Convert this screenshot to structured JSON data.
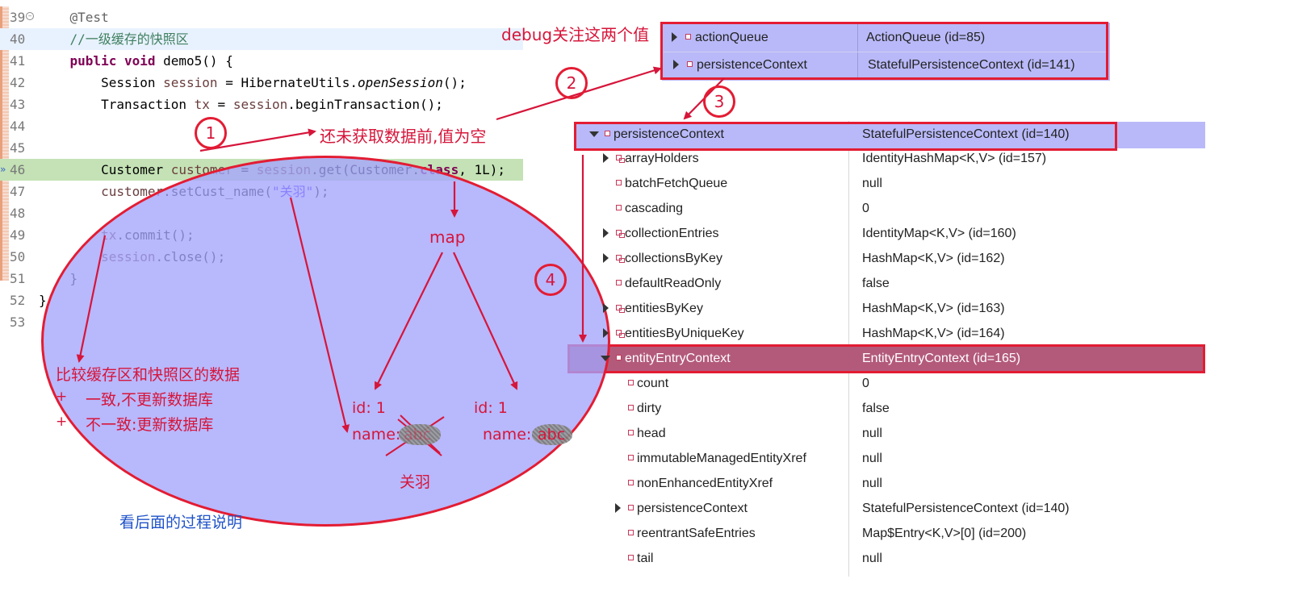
{
  "editor": {
    "lines": [
      {
        "num": "39",
        "parts": [
          {
            "t": "    @Test",
            "c": "ann"
          }
        ]
      },
      {
        "num": "40",
        "parts": [
          {
            "t": "    //一级缓存的快照区",
            "c": "cmt"
          }
        ]
      },
      {
        "num": "41",
        "parts": [
          {
            "t": "    ",
            "c": ""
          },
          {
            "t": "public",
            "c": "kw"
          },
          {
            "t": " ",
            "c": ""
          },
          {
            "t": "void",
            "c": "kw"
          },
          {
            "t": " demo5() {",
            "c": ""
          }
        ]
      },
      {
        "num": "42",
        "parts": [
          {
            "t": "        Session ",
            "c": ""
          },
          {
            "t": "session",
            "c": "fld"
          },
          {
            "t": " = HibernateUtils.",
            "c": ""
          },
          {
            "t": "openSession",
            "c": "mth"
          },
          {
            "t": "();",
            "c": ""
          }
        ]
      },
      {
        "num": "43",
        "parts": [
          {
            "t": "        Transaction ",
            "c": ""
          },
          {
            "t": "tx",
            "c": "fld"
          },
          {
            "t": " = ",
            "c": ""
          },
          {
            "t": "session",
            "c": "fld"
          },
          {
            "t": ".beginTransaction();",
            "c": ""
          }
        ]
      },
      {
        "num": "44",
        "parts": []
      },
      {
        "num": "45",
        "parts": []
      },
      {
        "num": "46",
        "parts": [
          {
            "t": "        Customer ",
            "c": ""
          },
          {
            "t": "customer",
            "c": "fld"
          },
          {
            "t": " = ",
            "c": ""
          },
          {
            "t": "session",
            "c": "fld"
          },
          {
            "t": ".get(Customer.",
            "c": ""
          },
          {
            "t": "class",
            "c": "kw"
          },
          {
            "t": ", 1L);",
            "c": ""
          }
        ]
      },
      {
        "num": "47",
        "parts": [
          {
            "t": "        ",
            "c": ""
          },
          {
            "t": "customer",
            "c": "fld"
          },
          {
            "t": ".setCust_name(",
            "c": ""
          },
          {
            "t": "\"关羽\"",
            "c": "str"
          },
          {
            "t": ");",
            "c": ""
          }
        ]
      },
      {
        "num": "48",
        "parts": []
      },
      {
        "num": "49",
        "parts": [
          {
            "t": "        ",
            "c": ""
          },
          {
            "t": "tx",
            "c": "fld"
          },
          {
            "t": ".commit();",
            "c": ""
          }
        ]
      },
      {
        "num": "50",
        "parts": [
          {
            "t": "        ",
            "c": ""
          },
          {
            "t": "session",
            "c": "fld"
          },
          {
            "t": ".close();",
            "c": ""
          }
        ]
      },
      {
        "num": "51",
        "parts": [
          {
            "t": "    }",
            "c": ""
          }
        ]
      },
      {
        "num": "52",
        "parts": [
          {
            "t": "}",
            "c": ""
          }
        ]
      },
      {
        "num": "53",
        "parts": []
      }
    ]
  },
  "watch": [
    {
      "name": "actionQueue",
      "value": "ActionQueue  (id=85)"
    },
    {
      "name": "persistenceContext",
      "value": "StatefulPersistenceContext  (id=141)"
    }
  ],
  "variables": [
    {
      "name": "persistenceContext",
      "value": "StatefulPersistenceContext  (id=140)",
      "depth": 0,
      "twisty": "open",
      "icon": "field"
    },
    {
      "name": "arrayHolders",
      "value": "IdentityHashMap<K,V>  (id=157)",
      "depth": 1,
      "twisty": "closed",
      "icon": "obj"
    },
    {
      "name": "batchFetchQueue",
      "value": "null",
      "depth": 1,
      "twisty": "",
      "icon": "field"
    },
    {
      "name": "cascading",
      "value": "0",
      "depth": 1,
      "twisty": "",
      "icon": "field"
    },
    {
      "name": "collectionEntries",
      "value": "IdentityMap<K,V>  (id=160)",
      "depth": 1,
      "twisty": "closed",
      "icon": "obj"
    },
    {
      "name": "collectionsByKey",
      "value": "HashMap<K,V>  (id=162)",
      "depth": 1,
      "twisty": "closed",
      "icon": "obj"
    },
    {
      "name": "defaultReadOnly",
      "value": "false",
      "depth": 1,
      "twisty": "",
      "icon": "field"
    },
    {
      "name": "entitiesByKey",
      "value": "HashMap<K,V>  (id=163)",
      "depth": 1,
      "twisty": "closed",
      "icon": "obj"
    },
    {
      "name": "entitiesByUniqueKey",
      "value": "HashMap<K,V>  (id=164)",
      "depth": 1,
      "twisty": "closed",
      "icon": "obj"
    },
    {
      "name": "entityEntryContext",
      "value": "EntityEntryContext  (id=165)",
      "depth": 1,
      "twisty": "open",
      "icon": "field"
    },
    {
      "name": "count",
      "value": "0",
      "depth": 2,
      "twisty": "",
      "icon": "field"
    },
    {
      "name": "dirty",
      "value": "false",
      "depth": 2,
      "twisty": "",
      "icon": "field"
    },
    {
      "name": "head",
      "value": "null",
      "depth": 2,
      "twisty": "",
      "icon": "field"
    },
    {
      "name": "immutableManagedEntityXref",
      "value": "null",
      "depth": 2,
      "twisty": "",
      "icon": "field"
    },
    {
      "name": "nonEnhancedEntityXref",
      "value": "null",
      "depth": 2,
      "twisty": "",
      "icon": "field"
    },
    {
      "name": "persistenceContext",
      "value": "StatefulPersistenceContext  (id=140)",
      "depth": 2,
      "twisty": "closed",
      "icon": "field"
    },
    {
      "name": "reentrantSafeEntries",
      "value": "Map$Entry<K,V>[0]  (id=200)",
      "depth": 2,
      "twisty": "",
      "icon": "field"
    },
    {
      "name": "tail",
      "value": "null",
      "depth": 2,
      "twisty": "",
      "icon": "field"
    }
  ],
  "annotations": {
    "debug_note": "debug关注这两个值",
    "before_fetch": "还未获取数据前,值为空",
    "map_label": "map",
    "compare_title": "比较缓存区和快照区的数据",
    "compare_same_plus": "+",
    "compare_same": "一致,不更新数据库",
    "compare_diff_plus": "+",
    "compare_diff": "不一致:更新数据库",
    "left_id": "id: 1",
    "left_name": "name:",
    "left_old_value": "abc",
    "new_value": "关羽",
    "right_id": "id: 1",
    "right_name": "name:",
    "right_value": "abc",
    "see_below": "看后面的过程说明",
    "step_numbers": [
      "1",
      "2",
      "3",
      "4"
    ]
  },
  "colors": {
    "annotation_red": "#e31c33",
    "ellipse_fill": "#a4a4fc",
    "highlight_row": "#a94f6f",
    "note_blue": "#2053c9"
  }
}
